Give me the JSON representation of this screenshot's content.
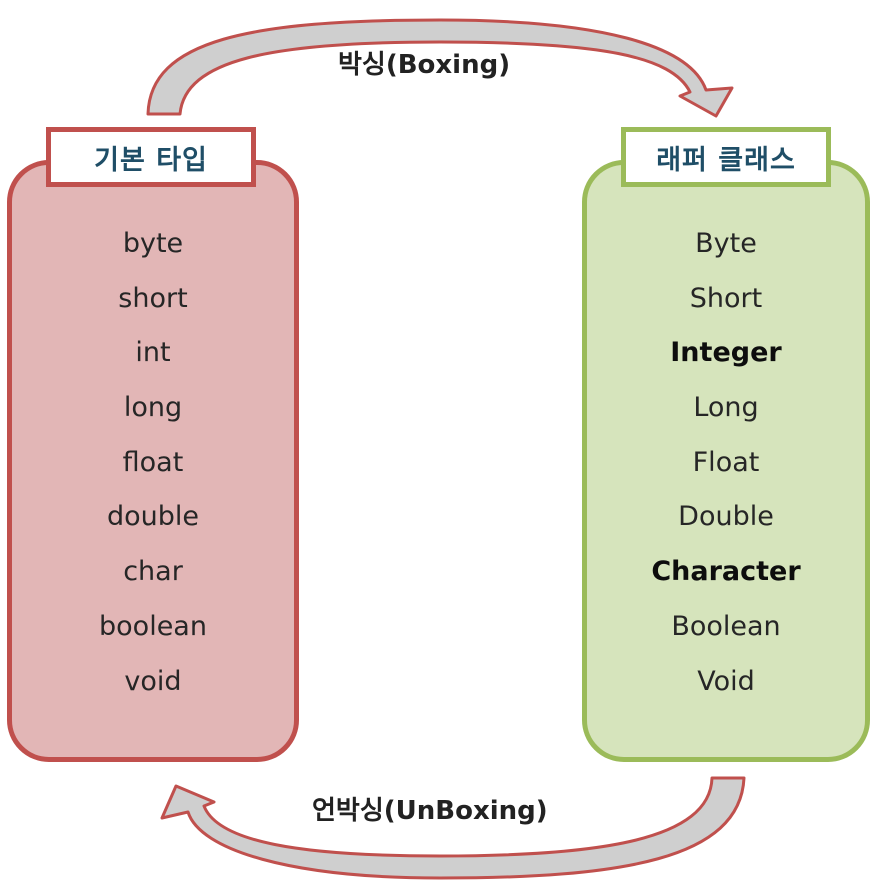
{
  "colors": {
    "primitive_fill": "#e2b6b6",
    "primitive_border": "#c0504d",
    "wrapper_fill": "#d6e4bc",
    "wrapper_border": "#9bbb59",
    "title_text": "#1f4e67",
    "arrow_fill": "#cfcfcf"
  },
  "primitive": {
    "title": "기본 타입",
    "types": [
      "byte",
      "short",
      "int",
      "long",
      "float",
      "double",
      "char",
      "boolean",
      "void"
    ]
  },
  "wrapper": {
    "title": "래퍼 클래스",
    "classes": [
      {
        "label": "Byte",
        "bold": false
      },
      {
        "label": "Short",
        "bold": false
      },
      {
        "label": "Integer",
        "bold": true
      },
      {
        "label": "Long",
        "bold": false
      },
      {
        "label": "Float",
        "bold": false
      },
      {
        "label": "Double",
        "bold": false
      },
      {
        "label": "Character",
        "bold": true
      },
      {
        "label": "Boolean",
        "bold": false
      },
      {
        "label": "Void",
        "bold": false
      }
    ]
  },
  "arrows": {
    "boxing_label": "박싱(Boxing)",
    "unboxing_label": "언박싱(UnBoxing)"
  }
}
